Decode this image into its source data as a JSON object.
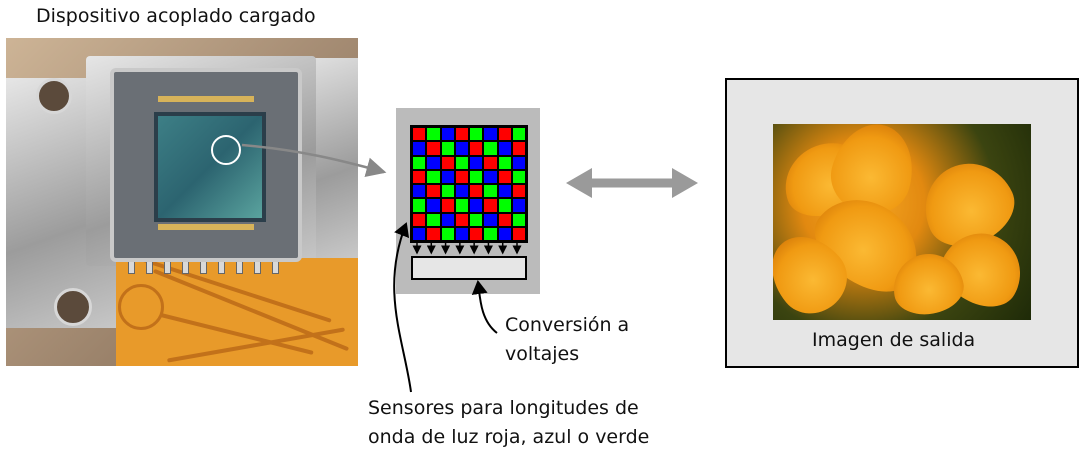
{
  "labels": {
    "ccd_title": "Dispositivo acoplado cargado",
    "conversion": [
      "Conversión a",
      "voltajes"
    ],
    "sensors": [
      "Sensores para longitudes de",
      "onda de luz roja, azul o verde"
    ],
    "output_caption": "Imagen de salida"
  },
  "sensor_colors": {
    "red": "#ff0000",
    "green": "#00ff00",
    "blue": "#0000ff"
  },
  "sensor_pattern": [
    [
      "red",
      "green",
      "blue",
      "red",
      "green",
      "blue",
      "red",
      "green"
    ],
    [
      "blue",
      "red",
      "green",
      "blue",
      "red",
      "green",
      "blue",
      "red"
    ],
    [
      "green",
      "blue",
      "red",
      "green",
      "blue",
      "red",
      "green",
      "blue"
    ],
    [
      "red",
      "green",
      "blue",
      "red",
      "green",
      "blue",
      "red",
      "green"
    ],
    [
      "blue",
      "red",
      "green",
      "blue",
      "red",
      "green",
      "blue",
      "red"
    ],
    [
      "green",
      "blue",
      "red",
      "green",
      "blue",
      "red",
      "green",
      "blue"
    ],
    [
      "red",
      "green",
      "blue",
      "red",
      "green",
      "blue",
      "red",
      "green"
    ],
    [
      "blue",
      "red",
      "green",
      "blue",
      "red",
      "green",
      "blue",
      "red"
    ]
  ],
  "connector_count": 8,
  "colors": {
    "arrow": "#888888",
    "panel_gray": "#bbbbbb",
    "frame_fill": "#e6e6e6",
    "flex_circuit": "#e89a2a",
    "flower": "#f09a12"
  },
  "icons": {
    "double_arrow": "double-headed-arrow-icon",
    "pointer_arrow": "curved-pointer-arrow-icon"
  }
}
